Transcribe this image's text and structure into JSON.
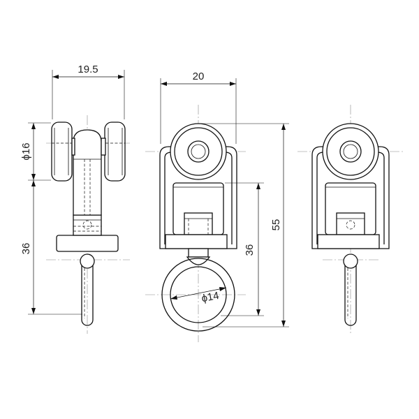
{
  "dimensions": {
    "side_width": "19.5",
    "front_width": "20",
    "wheel_dia": "ϕ16",
    "side_height": "36",
    "front_inner_height": "36",
    "overall_height": "55",
    "ring_dia": "ϕ14"
  }
}
